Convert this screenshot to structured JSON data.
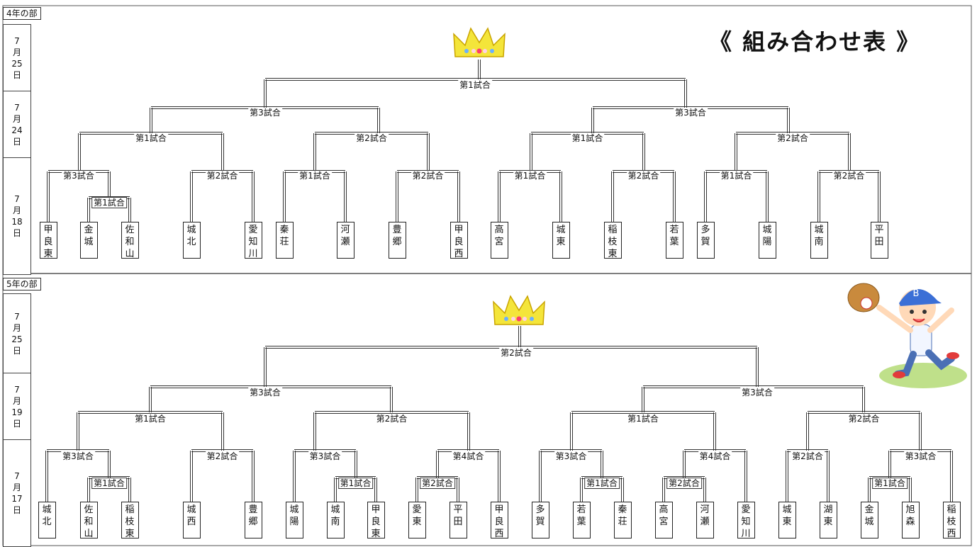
{
  "title": "《 組み合わせ表 》",
  "section4": {
    "label": "4年の部",
    "dates": [
      [
        "7",
        "月",
        "25",
        "日"
      ],
      [
        "7",
        "月",
        "24",
        "日"
      ],
      [
        "7",
        "月",
        "18",
        "日"
      ]
    ],
    "final_label": "第1試合",
    "semi_labels": [
      "第3試合",
      "第3試合"
    ],
    "qf_labels": [
      "第1試合",
      "第2試合",
      "第1試合",
      "第2試合"
    ],
    "r1_labels": [
      "第3試合",
      "第2試合",
      "第1試合",
      "第2試合",
      "第1試合",
      "第2試合",
      "第1試合",
      "第2試合"
    ],
    "r0_labels": [
      "第1試合"
    ],
    "teams": [
      [
        "甲",
        "良",
        "東"
      ],
      [
        "金",
        "城"
      ],
      [
        "佐",
        "和",
        "山"
      ],
      [
        "城",
        "北"
      ],
      [
        "愛",
        "知",
        "川"
      ],
      [
        "秦",
        "荘"
      ],
      [
        "河",
        "瀬"
      ],
      [
        "豊",
        "郷"
      ],
      [
        "甲",
        "良",
        "西"
      ],
      [
        "高",
        "宮"
      ],
      [
        "城",
        "東"
      ],
      [
        "稲",
        "枝",
        "東"
      ],
      [
        "若",
        "葉"
      ],
      [
        "多",
        "賀"
      ],
      [
        "城",
        "陽"
      ],
      [
        "城",
        "南"
      ],
      [
        "平",
        "田"
      ]
    ]
  },
  "section5": {
    "label": "5年の部",
    "dates": [
      [
        "7",
        "月",
        "25",
        "日"
      ],
      [
        "7",
        "月",
        "19",
        "日"
      ],
      [
        "7",
        "月",
        "17",
        "日"
      ]
    ],
    "final_label": "第2試合",
    "semi_labels": [
      "第3試合",
      "第3試合"
    ],
    "qf_labels": [
      "第1試合",
      "第2試合",
      "第1試合",
      "第2試合"
    ],
    "r1_labels": [
      "第3試合",
      "第2試合",
      "第3試合",
      "第4試合",
      "第3試合",
      "第4試合",
      "第2試合",
      "第3試合"
    ],
    "r0_labels": [
      "第1試合",
      "第1試合",
      "第2試合",
      "第1試合",
      "第2試合",
      "第1試合"
    ],
    "teams": [
      [
        "城",
        "北"
      ],
      [
        "佐",
        "和",
        "山"
      ],
      [
        "稲",
        "枝",
        "東"
      ],
      [
        "城",
        "西"
      ],
      [
        "豊",
        "郷"
      ],
      [
        "城",
        "陽"
      ],
      [
        "城",
        "南"
      ],
      [
        "甲",
        "良",
        "東"
      ],
      [
        "愛",
        "東"
      ],
      [
        "平",
        "田"
      ],
      [
        "甲",
        "良",
        "西"
      ],
      [
        "多",
        "賀"
      ],
      [
        "若",
        "葉"
      ],
      [
        "秦",
        "荘"
      ],
      [
        "高",
        "宮"
      ],
      [
        "河",
        "瀬"
      ],
      [
        "愛",
        "知",
        "川"
      ],
      [
        "城",
        "東"
      ],
      [
        "湖",
        "東"
      ],
      [
        "金",
        "城"
      ],
      [
        "旭",
        "森"
      ],
      [
        "稲",
        "枝",
        "西"
      ]
    ]
  },
  "icons": [
    "crown-icon",
    "crown-icon",
    "baseball-boy-illustration"
  ]
}
